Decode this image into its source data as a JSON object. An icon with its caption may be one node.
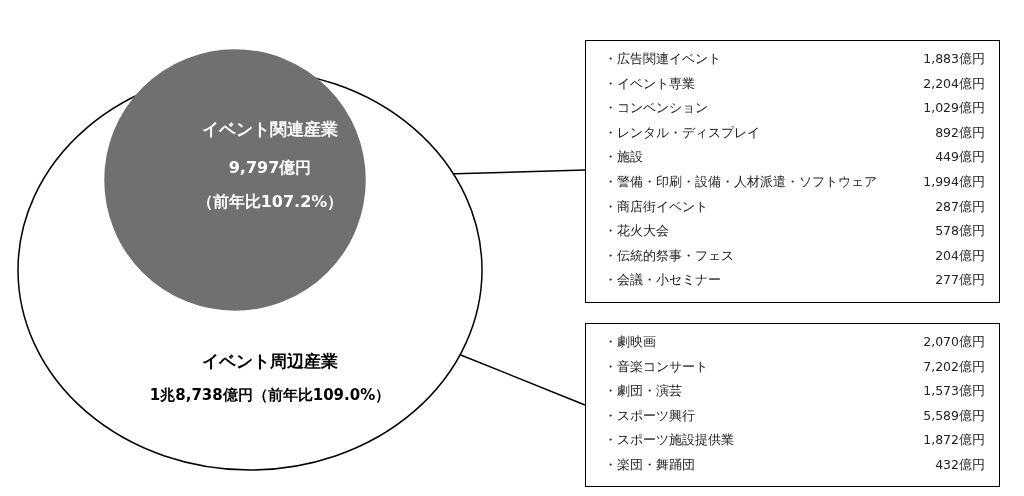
{
  "diagram": {
    "nodes": [
      {
        "text": [
          "イベント周辺産業",
          "1兆8,738億円（前年比109.0%）"
        ]
      },
      {
        "text": [
          "イベント関連産業",
          "9,797億円",
          "（前年比107.2%）"
        ],
        "in": 0
      },
      {
        "text": [
          "・広告関連イベント",
          "1,883億円",
          "・イベント専業",
          "2,204億円",
          "・コンベンション",
          "1,029億円",
          "・レンタル・ディスプレイ",
          "892億円",
          "・施設",
          "449億円",
          "・警備・印刷・設備・人材派遣・ソフトウェア",
          "1,994億円",
          "・商店街イベント",
          "287億円",
          "・花火大会",
          "578億円",
          "・伝統的祭事・フェス",
          "204億円",
          "・会議・小セミナー",
          "277億円"
        ]
      },
      {
        "text": [
          "・劇映画",
          "2,070億円",
          "・音楽コンサート",
          "7,202億円",
          "・劇団・演芸",
          "1,573億円",
          "・スポーツ興行",
          "5,589億円",
          "・スポーツ施設提供業",
          "1,872億円",
          "・楽団・舞踊団",
          "432億円"
        ]
      }
    ],
    "edges": [
      {
        "from": 1,
        "to": 2,
        "arrow": "none"
      },
      {
        "from": 0,
        "to": 3,
        "arrow": "none"
      }
    ]
  }
}
